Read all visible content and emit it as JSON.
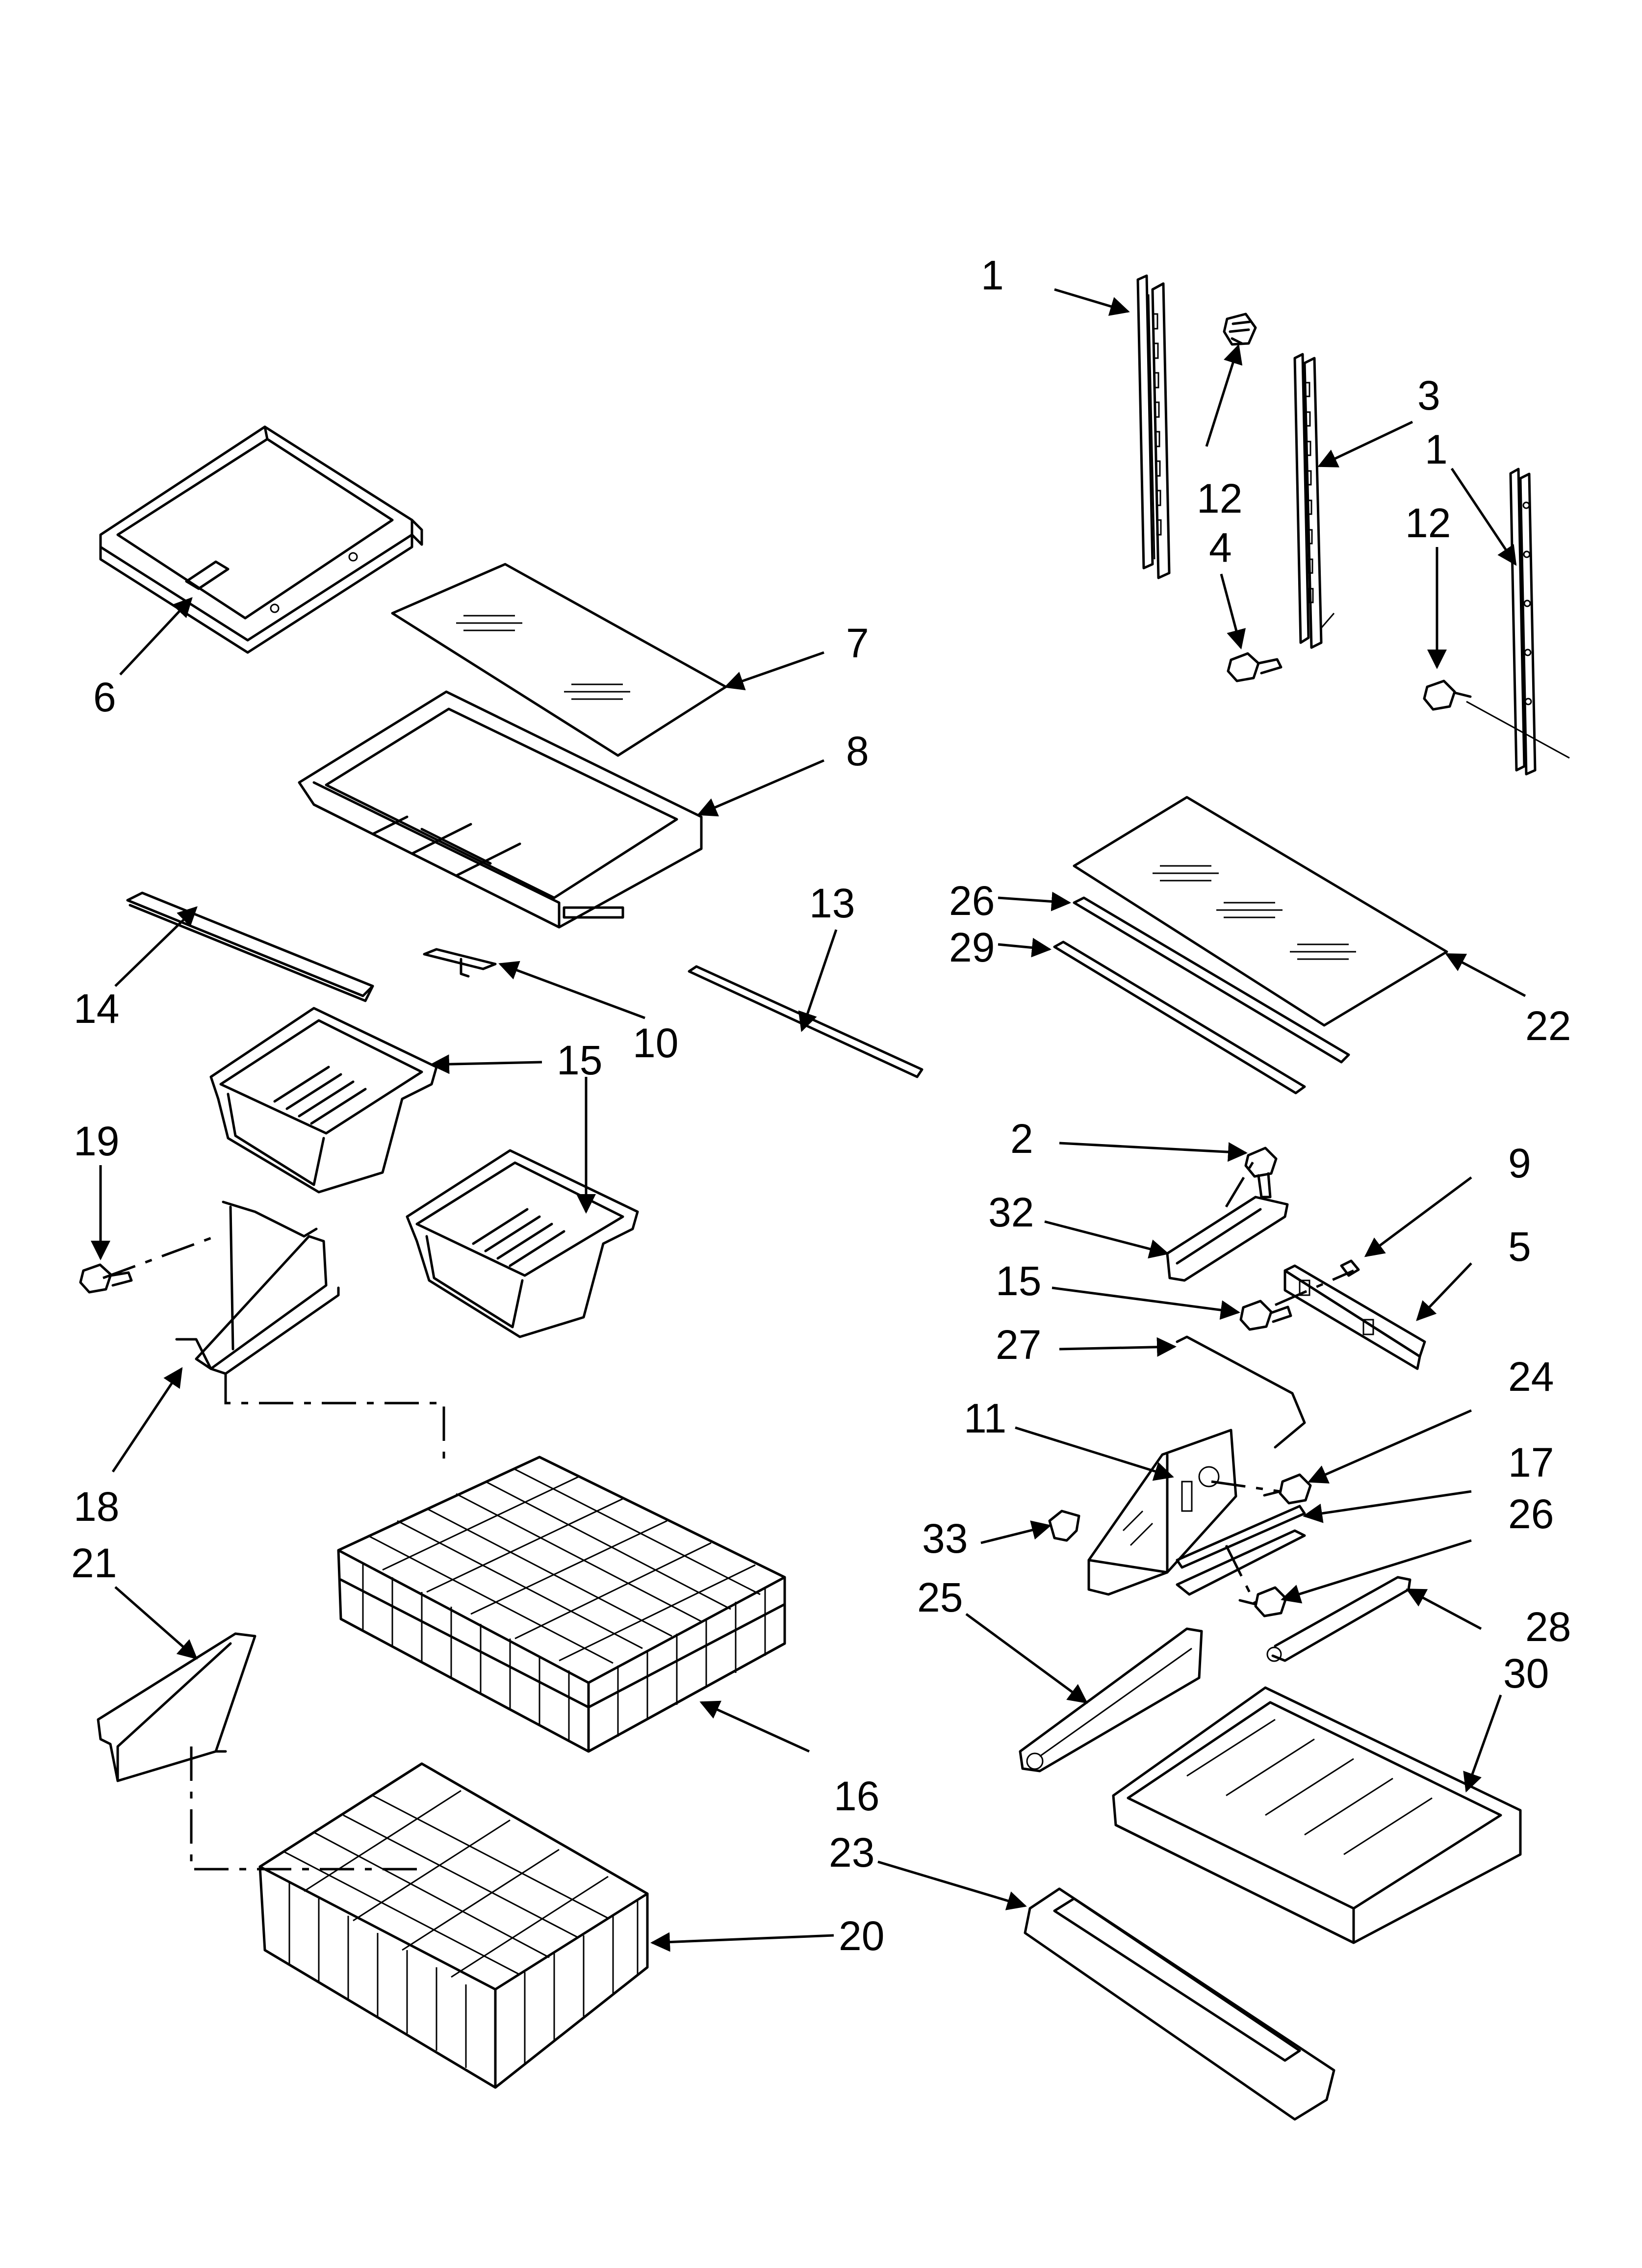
{
  "labels": {
    "l1a": "1",
    "l12a": "12",
    "l3": "3",
    "l1b": "1",
    "l12b": "12",
    "l4": "4",
    "l6": "6",
    "l7": "7",
    "l8": "8",
    "l13": "13",
    "l26a": "26",
    "l29": "29",
    "l22": "22",
    "l14": "14",
    "l10": "10",
    "l15a": "15",
    "l19": "19",
    "l2": "2",
    "l9": "9",
    "l32": "32",
    "l5": "5",
    "l15b": "15",
    "l27": "27",
    "l24": "24",
    "l11": "11",
    "l17": "17",
    "l18": "18",
    "l21": "21",
    "l33": "33",
    "l26b": "26",
    "l25": "25",
    "l28": "28",
    "l30": "30",
    "l16": "16",
    "l23": "23",
    "l20": "20"
  },
  "colors": {
    "line": "#000000",
    "background": "#ffffff"
  }
}
